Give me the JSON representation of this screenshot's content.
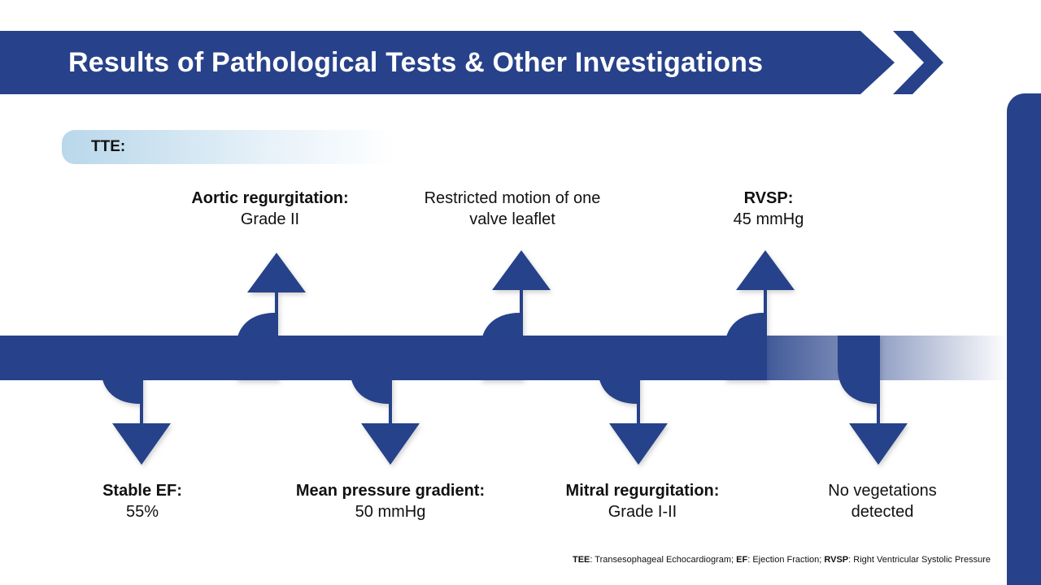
{
  "slide": {
    "title": "Results of Pathological Tests & Other Investigations",
    "section_chip": "TTE:",
    "accent_color": "#27428A",
    "chip_color": "#b9d8ea"
  },
  "diagram": {
    "type": "timeline-branching-arrows",
    "top_nodes": [
      {
        "title": "Aortic regurgitation:",
        "title_bold": true,
        "value": "Grade II"
      },
      {
        "title": "Restricted motion of one",
        "title_bold": false,
        "value": "valve leaflet"
      },
      {
        "title": "RVSP:",
        "title_bold": true,
        "value": "45 mmHg"
      }
    ],
    "bottom_nodes": [
      {
        "title": "Stable EF:",
        "title_bold": true,
        "value": "55%"
      },
      {
        "title": "Mean pressure gradient:",
        "title_bold": true,
        "value": "50 mmHg"
      },
      {
        "title": "Mitral regurgitation:",
        "title_bold": true,
        "value": "Grade I-II"
      },
      {
        "title": "No vegetations",
        "title_bold": false,
        "value": "detected"
      }
    ]
  },
  "footnote": {
    "abbr1": "TEE",
    "text1": ": Transesophageal Echocardiogram; ",
    "abbr2": "EF",
    "text2": ": Ejection Fraction; ",
    "abbr3": "RVSP",
    "text3": ": Right Ventricular Systolic Pressure"
  }
}
